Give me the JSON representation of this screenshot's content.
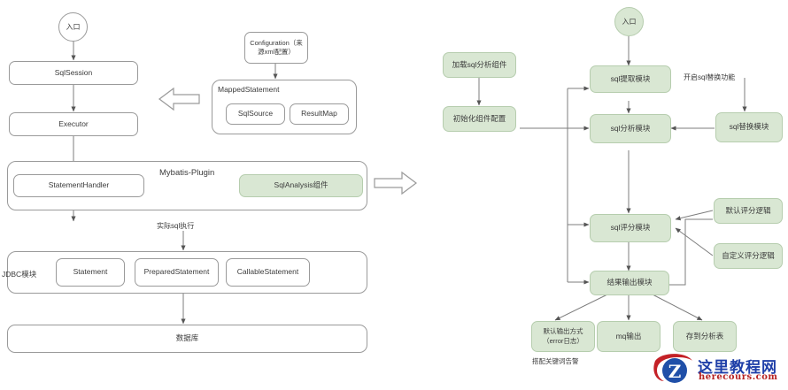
{
  "diagram_left": {
    "entry": "入口",
    "nodes": {
      "sqlsession": "SqlSession",
      "executor": "Executor",
      "configuration": "Configuration（来源xml配置）",
      "mappedstatement": "MappedStatement",
      "sqlsource": "SqlSource",
      "resultmap": "ResultMap",
      "plugin_title": "Mybatis-Plugin",
      "statementhandler": "StatementHandler",
      "sqlanalysis": "SqlAnalysis组件",
      "jdbc_label": "JDBC模块",
      "statement": "Statement",
      "preparedstatement": "PreparedStatement",
      "callablestatement": "CallableStatement",
      "database": "数据库"
    },
    "edge_labels": {
      "actual_sql": "实际sql执行"
    }
  },
  "diagram_right": {
    "entry": "入口",
    "nodes": {
      "load_component": "加载sql分析组件",
      "init_config": "初始化组件配置",
      "sql_extract": "sql提取模块",
      "sql_analyze": "sql分析模块",
      "sql_replace": "sql替换模块",
      "sql_score": "sql评分模块",
      "default_score_logic": "默认评分逻辑",
      "custom_score_logic": "自定义评分逻辑",
      "result_output": "结果输出模块",
      "default_output": "默认输出方式\n（error日志）",
      "mq_output": "mq输出",
      "save_table": "存到分析表"
    },
    "edge_labels": {
      "enable_replace": "开启sql替换功能"
    },
    "captions": {
      "alarm": "搭配关键词告警"
    }
  },
  "watermark": {
    "title": "这里教程网",
    "domain": "herecours.com",
    "logo_letter": "Z"
  },
  "colors": {
    "green_fill": "#d9e7d3",
    "green_border": "#b6cdae",
    "line": "#7d7d7d",
    "box_border": "#9a9a9a",
    "wm_blue": "#1f3fa8",
    "wm_red": "#b62121"
  }
}
